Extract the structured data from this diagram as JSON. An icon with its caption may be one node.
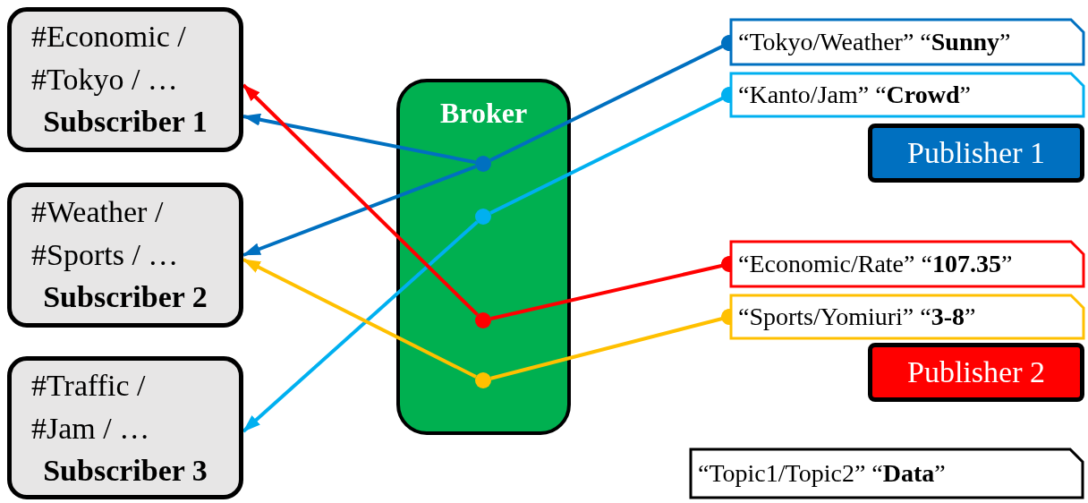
{
  "diagram": {
    "nodes": [
      {
        "text": [
          "#Economic / #Tokyo / …",
          "Subscriber 1"
        ]
      },
      {
        "text": [
          "#Weather / #Sports / …",
          "Subscriber 2"
        ]
      },
      {
        "text": [
          "#Traffic / #Jam / …",
          "Subscriber 3"
        ]
      },
      {
        "text": [
          "Broker"
        ]
      },
      {
        "text": [
          "“Tokyo/Weather” “**Sunny**”"
        ]
      },
      {
        "text": [
          "“Kanto/Jam” “**Crowd**”"
        ]
      },
      {
        "text": [
          "Publisher 1"
        ]
      },
      {
        "text": [
          "“Economic/Rate” “**107.35**”"
        ]
      },
      {
        "text": [
          "“Sports/Yomiuri” “**3-8**”"
        ]
      },
      {
        "text": [
          "Publisher 2"
        ]
      },
      {
        "text": [
          "“Topic1/Topic2” “**Data**”"
        ]
      },
      {
        "text": [],
        "shape": "circle",
        "in": 3
      },
      {
        "text": [],
        "shape": "circle",
        "in": 3
      },
      {
        "text": [],
        "shape": "circle",
        "in": 3
      },
      {
        "text": [],
        "shape": "circle",
        "in": 3
      }
    ],
    "edges": [
      {
        "from": 4,
        "to": 11,
        "arrow": "other",
        "color": "#0070c0"
      },
      {
        "from": 11,
        "to": 0,
        "arrow": "to",
        "color": "#0070c0"
      },
      {
        "from": 11,
        "to": 1,
        "arrow": "to",
        "color": "#0070c0"
      },
      {
        "from": 5,
        "to": 12,
        "arrow": "other",
        "color": "#00b0f0"
      },
      {
        "from": 12,
        "to": 2,
        "arrow": "to",
        "color": "#00b0f0"
      },
      {
        "from": 7,
        "to": 13,
        "arrow": "other",
        "color": "#ff0000"
      },
      {
        "from": 13,
        "to": 0,
        "arrow": "to",
        "color": "#ff0000"
      },
      {
        "from": 8,
        "to": 14,
        "arrow": "other",
        "color": "#ffc000"
      },
      {
        "from": 14,
        "to": 1,
        "arrow": "to",
        "color": "#ffc000"
      }
    ]
  }
}
